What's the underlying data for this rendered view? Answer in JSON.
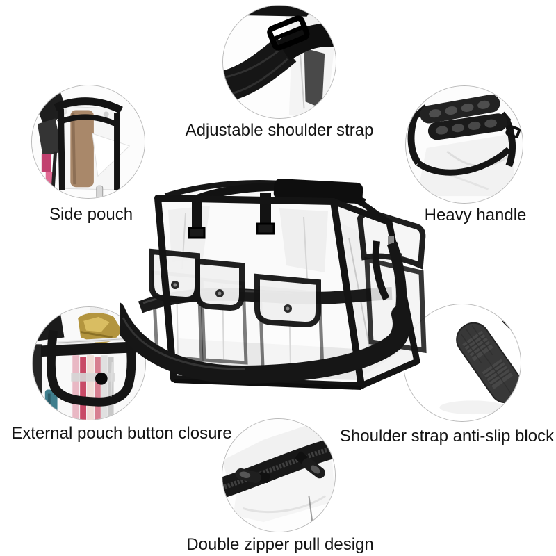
{
  "meta": {
    "background_color": "#ffffff",
    "label_text_color": "#141414",
    "trim_color": "#151515",
    "circle_border_color": "#b9b9b9"
  },
  "product": {
    "description": "Clear transparent vinyl makeup tote bag with black trim, three external snap pockets, side pouch and black shoulder strap"
  },
  "callouts": {
    "shoulder_strap": {
      "label": "Adjustable shoulder strap",
      "icon": "strap-buckle-closeup"
    },
    "side_pouch": {
      "label": "Side pouch",
      "icon": "side-pouch-closeup"
    },
    "heavy_handle": {
      "label": "Heavy handle",
      "icon": "molded-handle-closeup"
    },
    "external_pouch": {
      "label": "External pouch button closure",
      "icon": "pouch-button-closeup"
    },
    "anti_slip": {
      "label": "Shoulder strap anti-slip block",
      "icon": "anti-slip-pad-closeup"
    },
    "double_zipper": {
      "label": "Double zipper pull design",
      "icon": "zipper-pulls-closeup"
    }
  }
}
